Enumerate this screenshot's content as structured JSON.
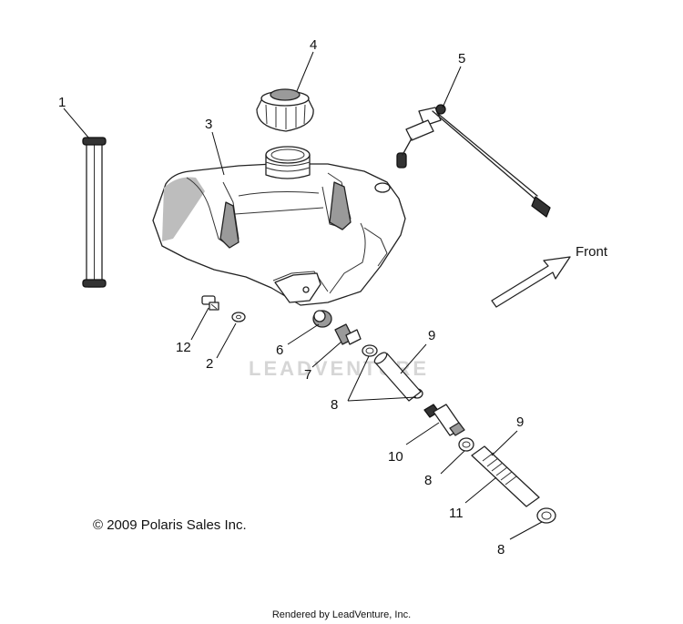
{
  "callouts": {
    "c1": "1",
    "c2": "2",
    "c3": "3",
    "c4": "4",
    "c5": "5",
    "c6": "6",
    "c7": "7",
    "c8a": "8",
    "c8b": "8",
    "c8c": "8",
    "c9a": "9",
    "c9b": "9",
    "c10": "10",
    "c11": "11",
    "c12": "12"
  },
  "front_label": "Front",
  "watermark": "LEADVENTURE",
  "copyright": "© 2009 Polaris Sales Inc.",
  "footer": "Rendered by LeadVenture, Inc."
}
